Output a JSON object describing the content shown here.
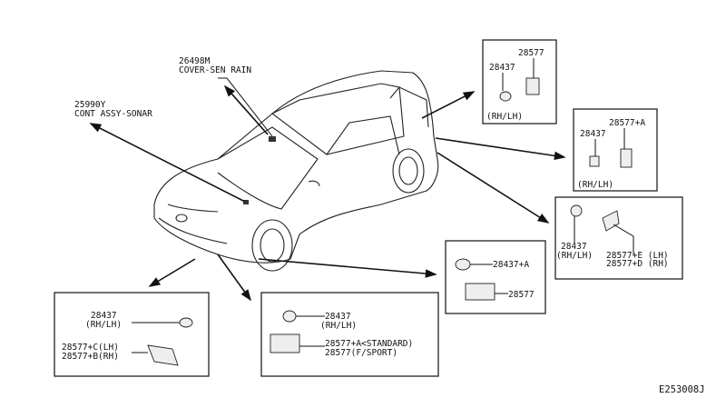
{
  "callouts": {
    "rain_sensor": {
      "part_no": "26498M",
      "name": "COVER-SEN RAIN"
    },
    "sonar_control": {
      "part_no": "25990Y",
      "name": "CONT ASSY-SONAR"
    }
  },
  "boxes": {
    "rear_upper": {
      "sensor": "28437",
      "bracket": "28577",
      "side": "(RH/LH)"
    },
    "rear_middle": {
      "sensor": "28437",
      "bracket": "28577+A",
      "side": "(RH/LH)"
    },
    "rear_corner": {
      "sensor": "28437",
      "sensor_side": "(RH/LH)",
      "bracket_lh": "28577+E (LH)",
      "bracket_rh": "28577+D (RH)"
    },
    "front_center": {
      "sensor": "28437+A",
      "bracket": "28577"
    },
    "front_corner": {
      "sensor": "28437",
      "sensor_side": "(RH/LH)",
      "bracket_lh": "28577+C(LH)",
      "bracket_rh": "28577+B(RH)"
    },
    "front_side": {
      "sensor": "28437",
      "sensor_side": "(RH/LH)",
      "bracket_standard": "28577+A<STANDARD)",
      "bracket_sport": "28577(F/SPORT)"
    }
  },
  "diagram_code": "E253008J"
}
